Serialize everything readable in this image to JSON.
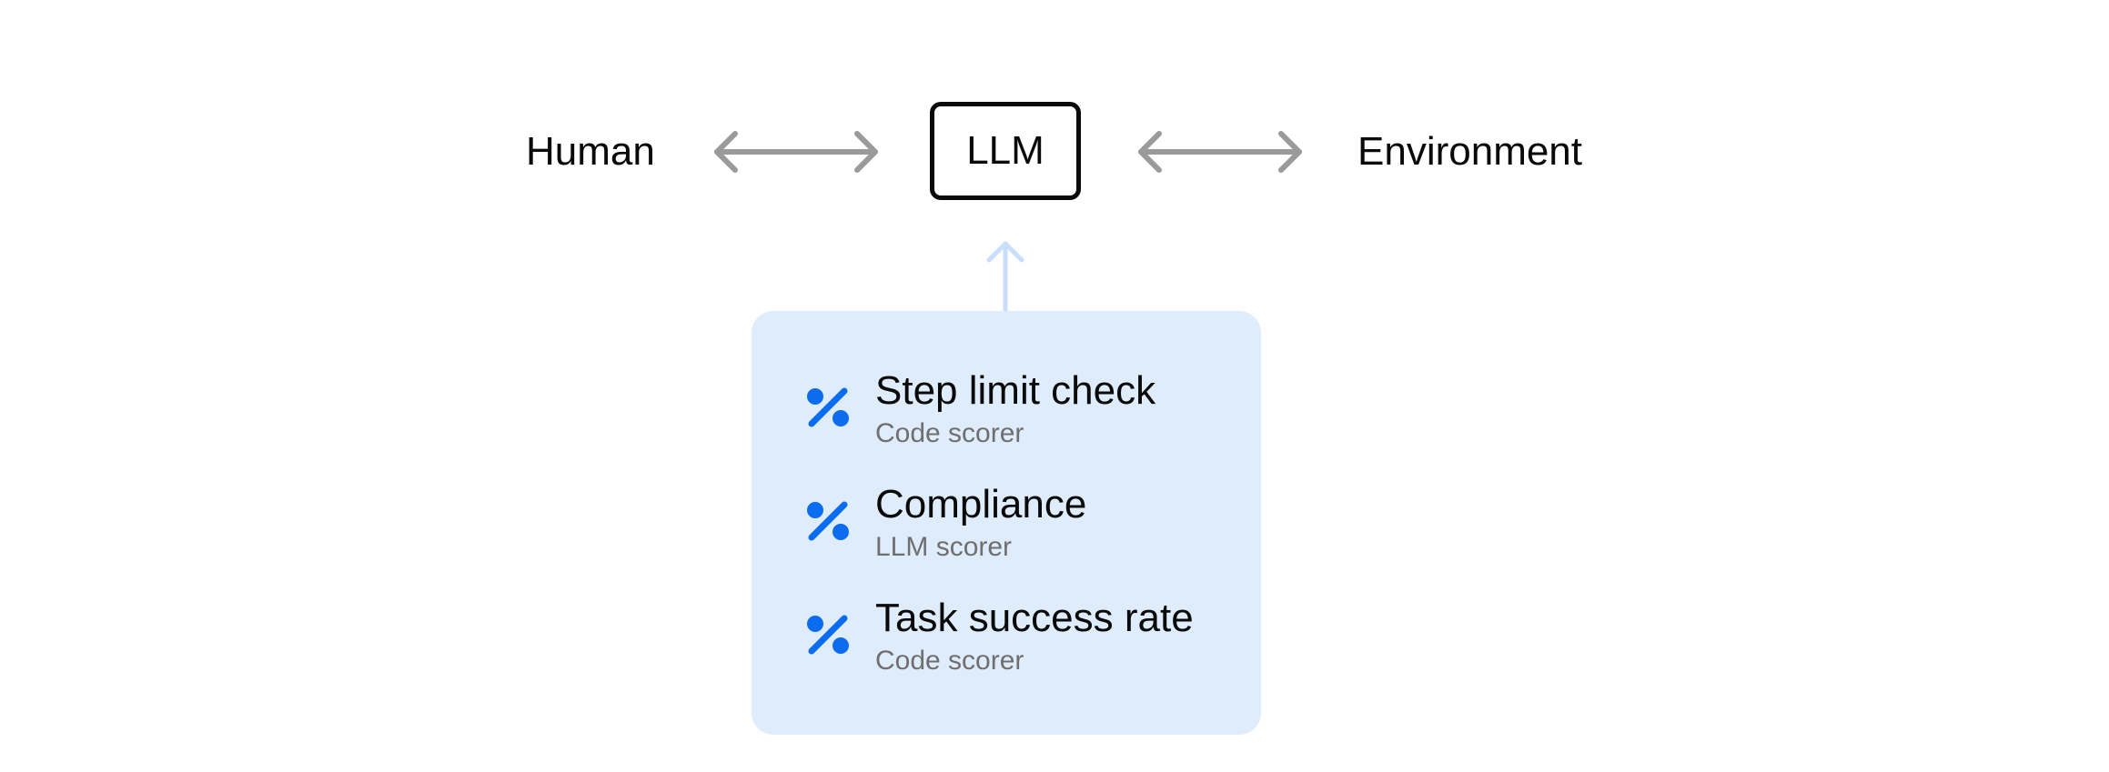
{
  "nodes": {
    "left": "Human",
    "center": "LLM",
    "right": "Environment"
  },
  "colors": {
    "bidirectional_arrow": "#9a9a9a",
    "scorer_arrow": "#c9defa",
    "panel_background": "#dfecfc",
    "icon_accent": "#0b6cf0",
    "secondary_text": "#6f6f6f"
  },
  "scorers": [
    {
      "name": "Step limit check",
      "type": "Code scorer",
      "icon": "percent-icon"
    },
    {
      "name": "Compliance",
      "type": "LLM scorer",
      "icon": "percent-icon"
    },
    {
      "name": "Task success rate",
      "type": "Code scorer",
      "icon": "percent-icon"
    }
  ]
}
